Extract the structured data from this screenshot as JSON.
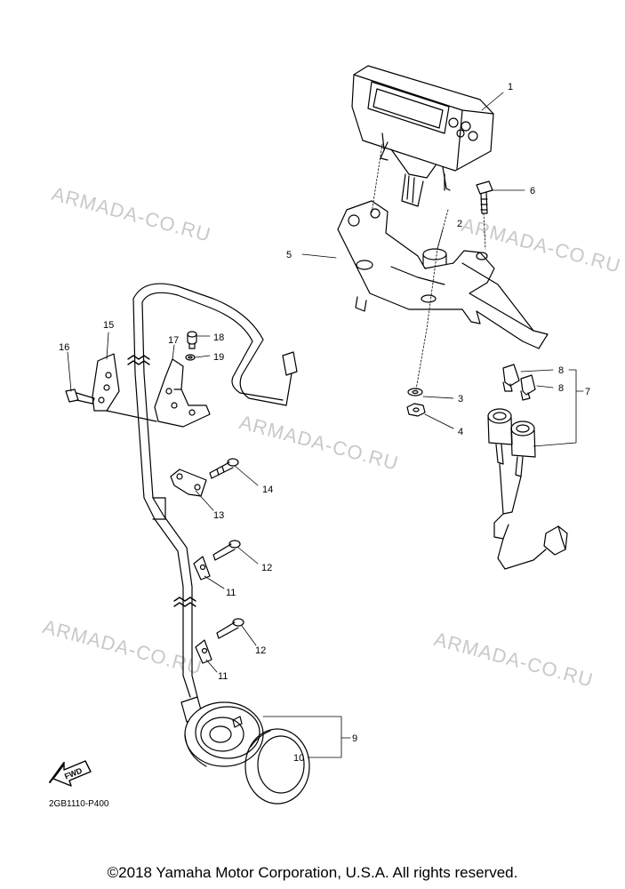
{
  "watermark": "ARMADA-CO.RU",
  "part_numbers": {
    "p1": "1",
    "p2": "2",
    "p3": "3",
    "p4": "4",
    "p5": "5",
    "p6": "6",
    "p7": "7",
    "p8a": "8",
    "p8b": "8",
    "p9": "9",
    "p10": "10",
    "p11a": "11",
    "p11b": "11",
    "p12a": "12",
    "p12b": "12",
    "p13": "13",
    "p14": "14",
    "p15": "15",
    "p16": "16",
    "p17": "17",
    "p18": "18",
    "p19": "19"
  },
  "fwd_label": "FWD",
  "diagram_code": "2GB1110-P400",
  "copyright": "©2018 Yamaha Motor Corporation, U.S.A. All rights reserved."
}
